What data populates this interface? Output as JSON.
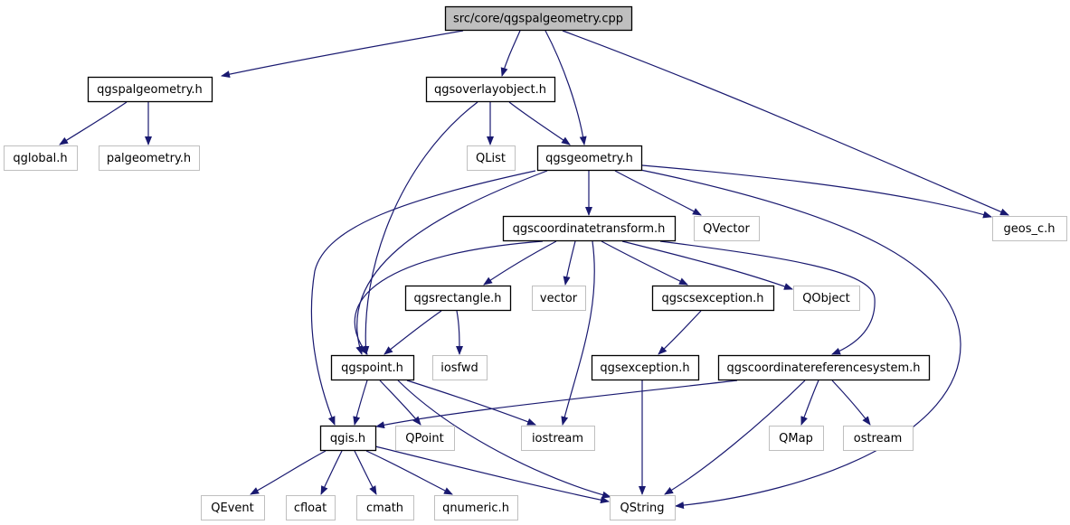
{
  "diagram": {
    "nodes": [
      {
        "id": "root",
        "label": "src/core/qgspalgeometry.cpp",
        "style": "root"
      },
      {
        "id": "qgspalgeometry_h",
        "label": "qgspalgeometry.h",
        "style": "documented"
      },
      {
        "id": "qgsoverlayobject_h",
        "label": "qgsoverlayobject.h",
        "style": "documented"
      },
      {
        "id": "qglobal_h",
        "label": "qglobal.h",
        "style": "external"
      },
      {
        "id": "palgeometry_h",
        "label": "palgeometry.h",
        "style": "external"
      },
      {
        "id": "QList",
        "label": "QList",
        "style": "external"
      },
      {
        "id": "qgsgeometry_h",
        "label": "qgsgeometry.h",
        "style": "documented"
      },
      {
        "id": "qgscoordinatetransform_h",
        "label": "qgscoordinatetransform.h",
        "style": "documented"
      },
      {
        "id": "QVector",
        "label": "QVector",
        "style": "external"
      },
      {
        "id": "geos_c_h",
        "label": "geos_c.h",
        "style": "external"
      },
      {
        "id": "qgsrectangle_h",
        "label": "qgsrectangle.h",
        "style": "documented"
      },
      {
        "id": "vector",
        "label": "vector",
        "style": "external"
      },
      {
        "id": "qgscsexception_h",
        "label": "qgscsexception.h",
        "style": "documented"
      },
      {
        "id": "QObject",
        "label": "QObject",
        "style": "external"
      },
      {
        "id": "qgspoint_h",
        "label": "qgspoint.h",
        "style": "documented"
      },
      {
        "id": "iosfwd",
        "label": "iosfwd",
        "style": "external"
      },
      {
        "id": "qgsexception_h",
        "label": "qgsexception.h",
        "style": "documented"
      },
      {
        "id": "qgscoordinatereferencesystem_h",
        "label": "qgscoordinatereferencesystem.h",
        "style": "documented"
      },
      {
        "id": "qgis_h",
        "label": "qgis.h",
        "style": "documented"
      },
      {
        "id": "QPoint",
        "label": "QPoint",
        "style": "external"
      },
      {
        "id": "iostream",
        "label": "iostream",
        "style": "external"
      },
      {
        "id": "QMap",
        "label": "QMap",
        "style": "external"
      },
      {
        "id": "ostream",
        "label": "ostream",
        "style": "external"
      },
      {
        "id": "QEvent",
        "label": "QEvent",
        "style": "external"
      },
      {
        "id": "cfloat",
        "label": "cfloat",
        "style": "external"
      },
      {
        "id": "cmath",
        "label": "cmath",
        "style": "external"
      },
      {
        "id": "qnumeric_h",
        "label": "qnumeric.h",
        "style": "external"
      },
      {
        "id": "QString",
        "label": "QString",
        "style": "external"
      }
    ],
    "edges": [
      {
        "from": "root",
        "to": "qgspalgeometry_h"
      },
      {
        "from": "root",
        "to": "qgsoverlayobject_h"
      },
      {
        "from": "root",
        "to": "qgsgeometry_h"
      },
      {
        "from": "root",
        "to": "geos_c_h"
      },
      {
        "from": "qgspalgeometry_h",
        "to": "qglobal_h"
      },
      {
        "from": "qgspalgeometry_h",
        "to": "palgeometry_h"
      },
      {
        "from": "qgsoverlayobject_h",
        "to": "QList"
      },
      {
        "from": "qgsoverlayobject_h",
        "to": "qgsgeometry_h"
      },
      {
        "from": "qgsoverlayobject_h",
        "to": "qgspoint_h"
      },
      {
        "from": "qgsgeometry_h",
        "to": "qgscoordinatetransform_h"
      },
      {
        "from": "qgsgeometry_h",
        "to": "QVector"
      },
      {
        "from": "qgsgeometry_h",
        "to": "geos_c_h"
      },
      {
        "from": "qgsgeometry_h",
        "to": "qgspoint_h"
      },
      {
        "from": "qgsgeometry_h",
        "to": "qgis_h"
      },
      {
        "from": "qgsgeometry_h",
        "to": "QString"
      },
      {
        "from": "qgscoordinatetransform_h",
        "to": "qgsrectangle_h"
      },
      {
        "from": "qgscoordinatetransform_h",
        "to": "vector"
      },
      {
        "from": "qgscoordinatetransform_h",
        "to": "qgscsexception_h"
      },
      {
        "from": "qgscoordinatetransform_h",
        "to": "QObject"
      },
      {
        "from": "qgscoordinatetransform_h",
        "to": "qgspoint_h"
      },
      {
        "from": "qgscoordinatetransform_h",
        "to": "iostream"
      },
      {
        "from": "qgscoordinatetransform_h",
        "to": "qgscoordinatereferencesystem_h"
      },
      {
        "from": "qgsrectangle_h",
        "to": "qgspoint_h"
      },
      {
        "from": "qgsrectangle_h",
        "to": "iosfwd"
      },
      {
        "from": "qgscsexception_h",
        "to": "qgsexception_h"
      },
      {
        "from": "qgsexception_h",
        "to": "QString"
      },
      {
        "from": "qgspoint_h",
        "to": "qgis_h"
      },
      {
        "from": "qgspoint_h",
        "to": "QPoint"
      },
      {
        "from": "qgspoint_h",
        "to": "iostream"
      },
      {
        "from": "qgspoint_h",
        "to": "QString"
      },
      {
        "from": "qgscoordinatereferencesystem_h",
        "to": "qgis_h"
      },
      {
        "from": "qgscoordinatereferencesystem_h",
        "to": "QMap"
      },
      {
        "from": "qgscoordinatereferencesystem_h",
        "to": "ostream"
      },
      {
        "from": "qgscoordinatereferencesystem_h",
        "to": "QString"
      },
      {
        "from": "qgis_h",
        "to": "QEvent"
      },
      {
        "from": "qgis_h",
        "to": "cfloat"
      },
      {
        "from": "qgis_h",
        "to": "cmath"
      },
      {
        "from": "qgis_h",
        "to": "qnumeric_h"
      },
      {
        "from": "qgis_h",
        "to": "QString"
      }
    ],
    "colors": {
      "edge": "#191970",
      "root_fill": "#bfbfbf",
      "documented_border": "#000000",
      "external_border": "#bfbfbf",
      "text": "#000000"
    }
  }
}
